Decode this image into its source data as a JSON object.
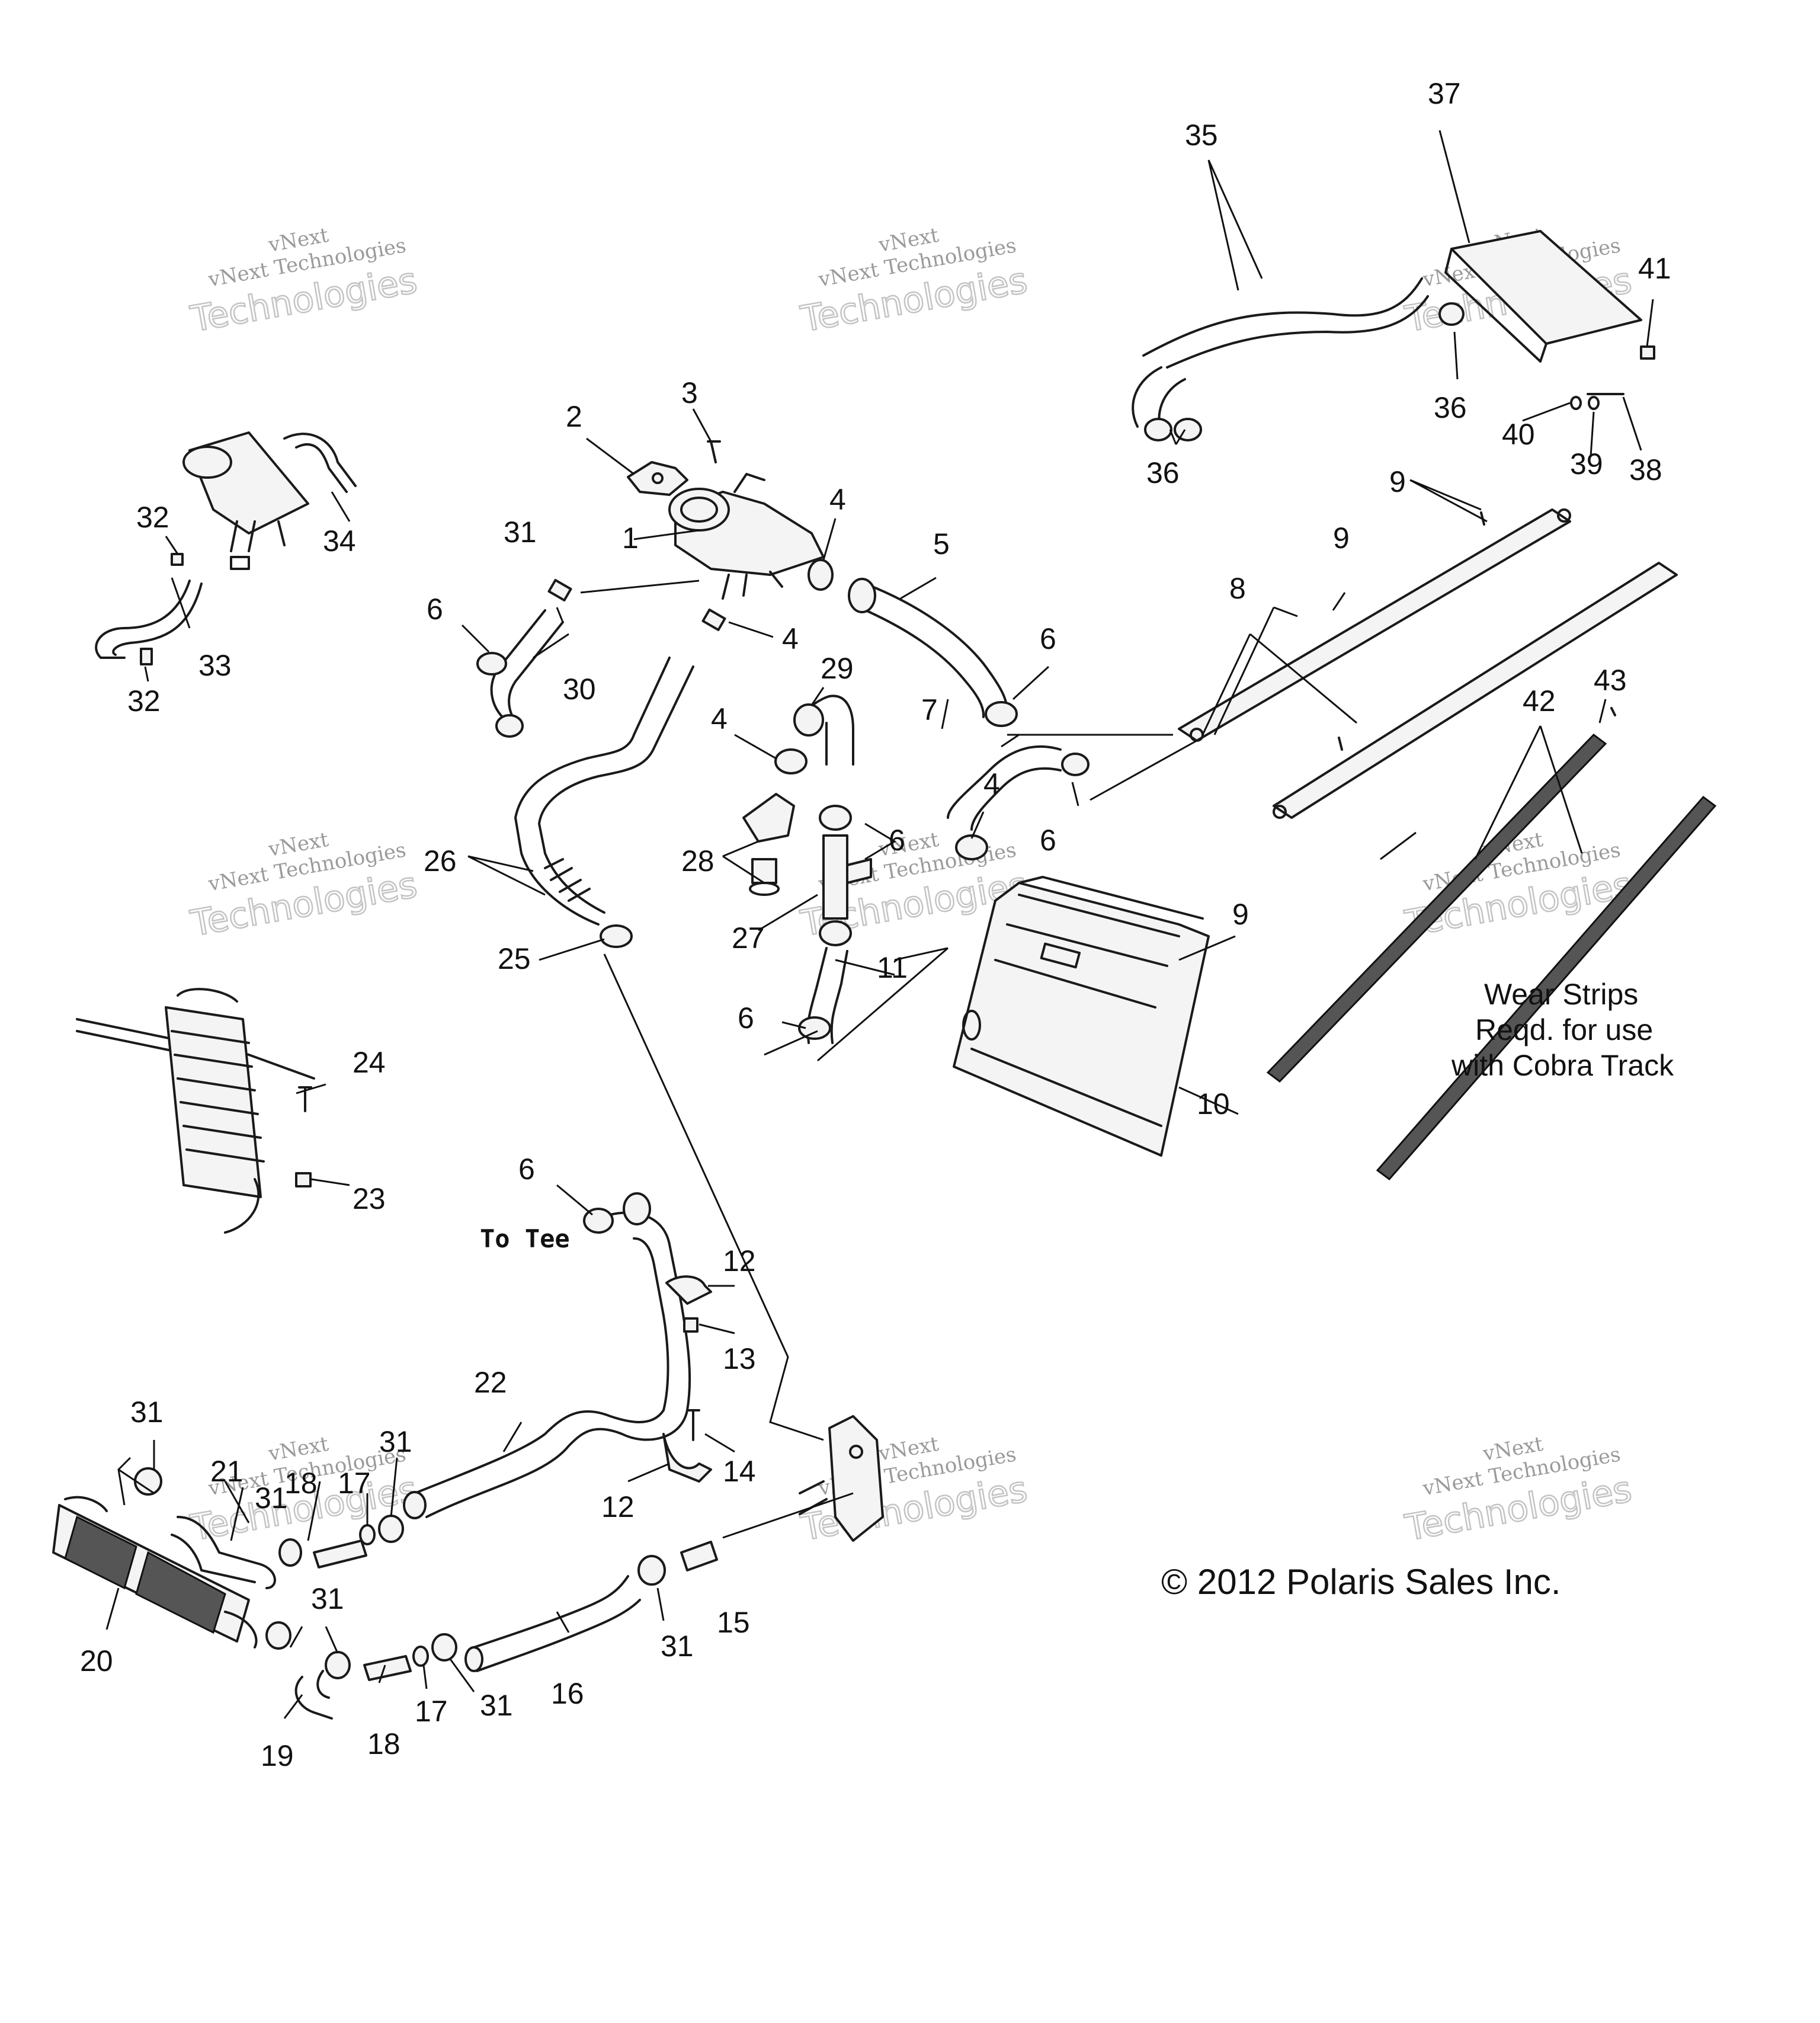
{
  "callouts": [
    {
      "id": "c1",
      "text": "1"
    },
    {
      "id": "c2",
      "text": "2"
    },
    {
      "id": "c3",
      "text": "3"
    },
    {
      "id": "c4a",
      "text": "4"
    },
    {
      "id": "c4b",
      "text": "4"
    },
    {
      "id": "c4c",
      "text": "4"
    },
    {
      "id": "c4d",
      "text": "4"
    },
    {
      "id": "c5",
      "text": "5"
    },
    {
      "id": "c6a",
      "text": "6"
    },
    {
      "id": "c6b",
      "text": "6"
    },
    {
      "id": "c6c",
      "text": "6"
    },
    {
      "id": "c6d",
      "text": "6"
    },
    {
      "id": "c6e",
      "text": "6"
    },
    {
      "id": "c6f",
      "text": "6"
    },
    {
      "id": "c7",
      "text": "7"
    },
    {
      "id": "c8",
      "text": "8"
    },
    {
      "id": "c9a",
      "text": "9"
    },
    {
      "id": "c9b",
      "text": "9"
    },
    {
      "id": "c9c",
      "text": "9"
    },
    {
      "id": "c10",
      "text": "10"
    },
    {
      "id": "c11",
      "text": "11"
    },
    {
      "id": "c12a",
      "text": "12"
    },
    {
      "id": "c12b",
      "text": "12"
    },
    {
      "id": "c13",
      "text": "13"
    },
    {
      "id": "c14",
      "text": "14"
    },
    {
      "id": "c15",
      "text": "15"
    },
    {
      "id": "c16",
      "text": "16"
    },
    {
      "id": "c17a",
      "text": "17"
    },
    {
      "id": "c17b",
      "text": "17"
    },
    {
      "id": "c18a",
      "text": "18"
    },
    {
      "id": "c18b",
      "text": "18"
    },
    {
      "id": "c19",
      "text": "19"
    },
    {
      "id": "c20",
      "text": "20"
    },
    {
      "id": "c21",
      "text": "21"
    },
    {
      "id": "c22",
      "text": "22"
    },
    {
      "id": "c23",
      "text": "23"
    },
    {
      "id": "c24",
      "text": "24"
    },
    {
      "id": "c25",
      "text": "25"
    },
    {
      "id": "c26",
      "text": "26"
    },
    {
      "id": "c27",
      "text": "27"
    },
    {
      "id": "c28",
      "text": "28"
    },
    {
      "id": "c29",
      "text": "29"
    },
    {
      "id": "c30",
      "text": "30"
    },
    {
      "id": "c31a",
      "text": "31"
    },
    {
      "id": "c31b",
      "text": "31"
    },
    {
      "id": "c31c",
      "text": "31"
    },
    {
      "id": "c31d",
      "text": "31"
    },
    {
      "id": "c31e",
      "text": "31"
    },
    {
      "id": "c31f",
      "text": "31"
    },
    {
      "id": "c31g",
      "text": "31"
    },
    {
      "id": "c32a",
      "text": "32"
    },
    {
      "id": "c32b",
      "text": "32"
    },
    {
      "id": "c33",
      "text": "33"
    },
    {
      "id": "c34",
      "text": "34"
    },
    {
      "id": "c35",
      "text": "35"
    },
    {
      "id": "c36a",
      "text": "36"
    },
    {
      "id": "c36b",
      "text": "36"
    },
    {
      "id": "c37",
      "text": "37"
    },
    {
      "id": "c38",
      "text": "38"
    },
    {
      "id": "c39",
      "text": "39"
    },
    {
      "id": "c40",
      "text": "40"
    },
    {
      "id": "c41",
      "text": "41"
    },
    {
      "id": "c42",
      "text": "42"
    },
    {
      "id": "c43",
      "text": "43"
    }
  ],
  "notes": {
    "wear_strips_line1": "Wear Strips",
    "wear_strips_line2": "Reqd. for use",
    "wear_strips_line3": "with Cobra Track",
    "to_tee": "To Tee",
    "copyright": "© 2012 Polaris Sales Inc."
  },
  "watermark": {
    "line1": "vNext",
    "line2": "vNext Technologies",
    "line3": "Technologies"
  },
  "colors": {
    "line": "#1a1a1a",
    "background": "#ffffff",
    "watermark": "#9a9a9a"
  }
}
